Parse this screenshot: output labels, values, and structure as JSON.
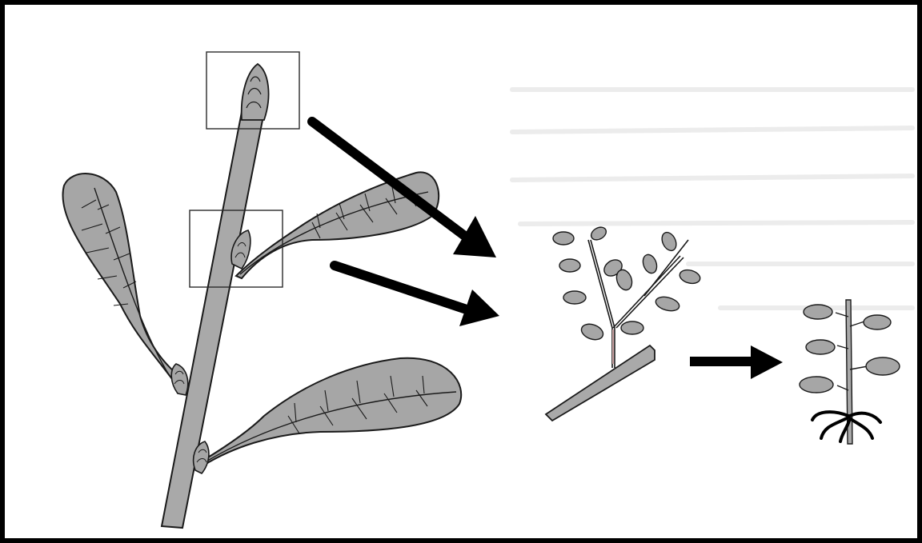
{
  "diagram": {
    "kind": "micropropagation-illustration",
    "stages": [
      {
        "name": "mother-shoot",
        "description_icon": "shoot-with-leaves"
      },
      {
        "name": "explant-culture",
        "description_icon": "branched-shoots"
      },
      {
        "name": "rooted-plantlet",
        "description_icon": "plantlet-with-roots"
      }
    ],
    "colors": {
      "stem": "#a9a9a9",
      "leaf": "#a6a6a6",
      "outline": "#1a1a1a",
      "arrow": "#000000",
      "border": "#000000",
      "bleed_text": "#e6e6e6"
    }
  }
}
